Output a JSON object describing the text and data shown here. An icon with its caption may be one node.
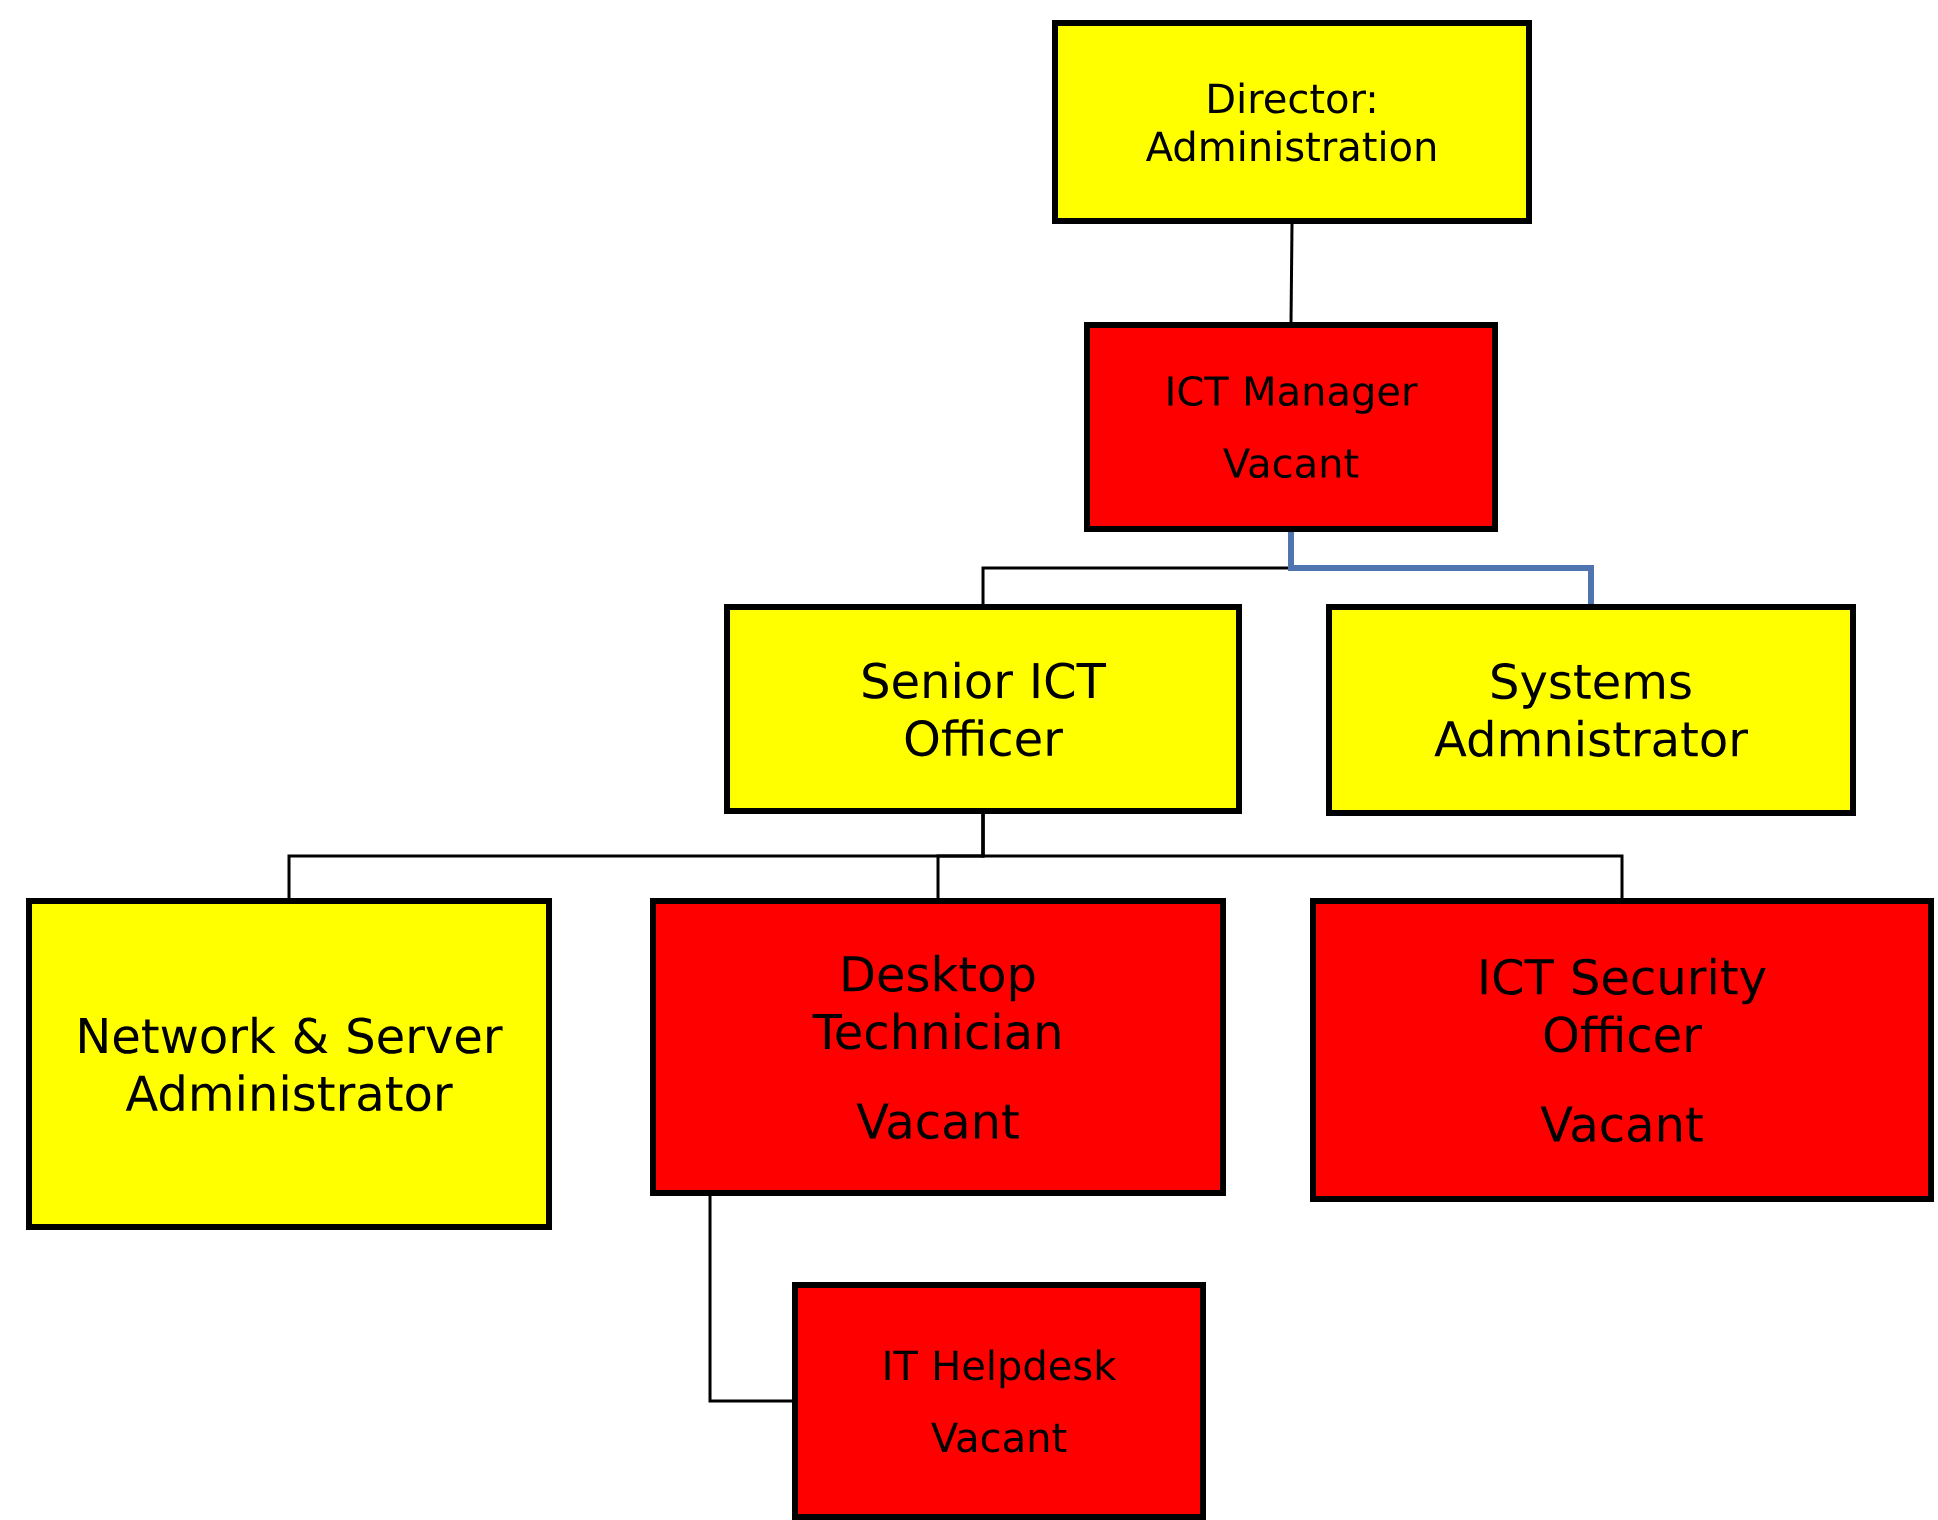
{
  "diagram": {
    "nodes": [
      {
        "text": [
          "Director: Administration"
        ]
      },
      {
        "text": [
          "ICT Manager",
          "Vacant"
        ]
      },
      {
        "text": [
          "Senior ICT Officer"
        ]
      },
      {
        "text": [
          "Systems Admnistrator"
        ]
      },
      {
        "text": [
          "Network & Server Administrator"
        ]
      },
      {
        "text": [
          "Desktop Technician",
          "Vacant"
        ]
      },
      {
        "text": [
          "ICT Security Officer",
          "Vacant"
        ]
      },
      {
        "text": [
          "IT Helpdesk",
          "Vacant"
        ]
      }
    ],
    "edges": [
      {
        "from": 0,
        "to": 1,
        "arrow": "none"
      },
      {
        "from": 1,
        "to": 2,
        "arrow": "none"
      },
      {
        "from": 1,
        "to": 3,
        "arrow": "none",
        "style": "thick",
        "color": "#4f74b0"
      },
      {
        "from": 2,
        "to": 4,
        "arrow": "none"
      },
      {
        "from": 2,
        "to": 5,
        "arrow": "none"
      },
      {
        "from": 2,
        "to": 6,
        "arrow": "none"
      },
      {
        "from": 5,
        "to": 7,
        "arrow": "none"
      }
    ]
  }
}
